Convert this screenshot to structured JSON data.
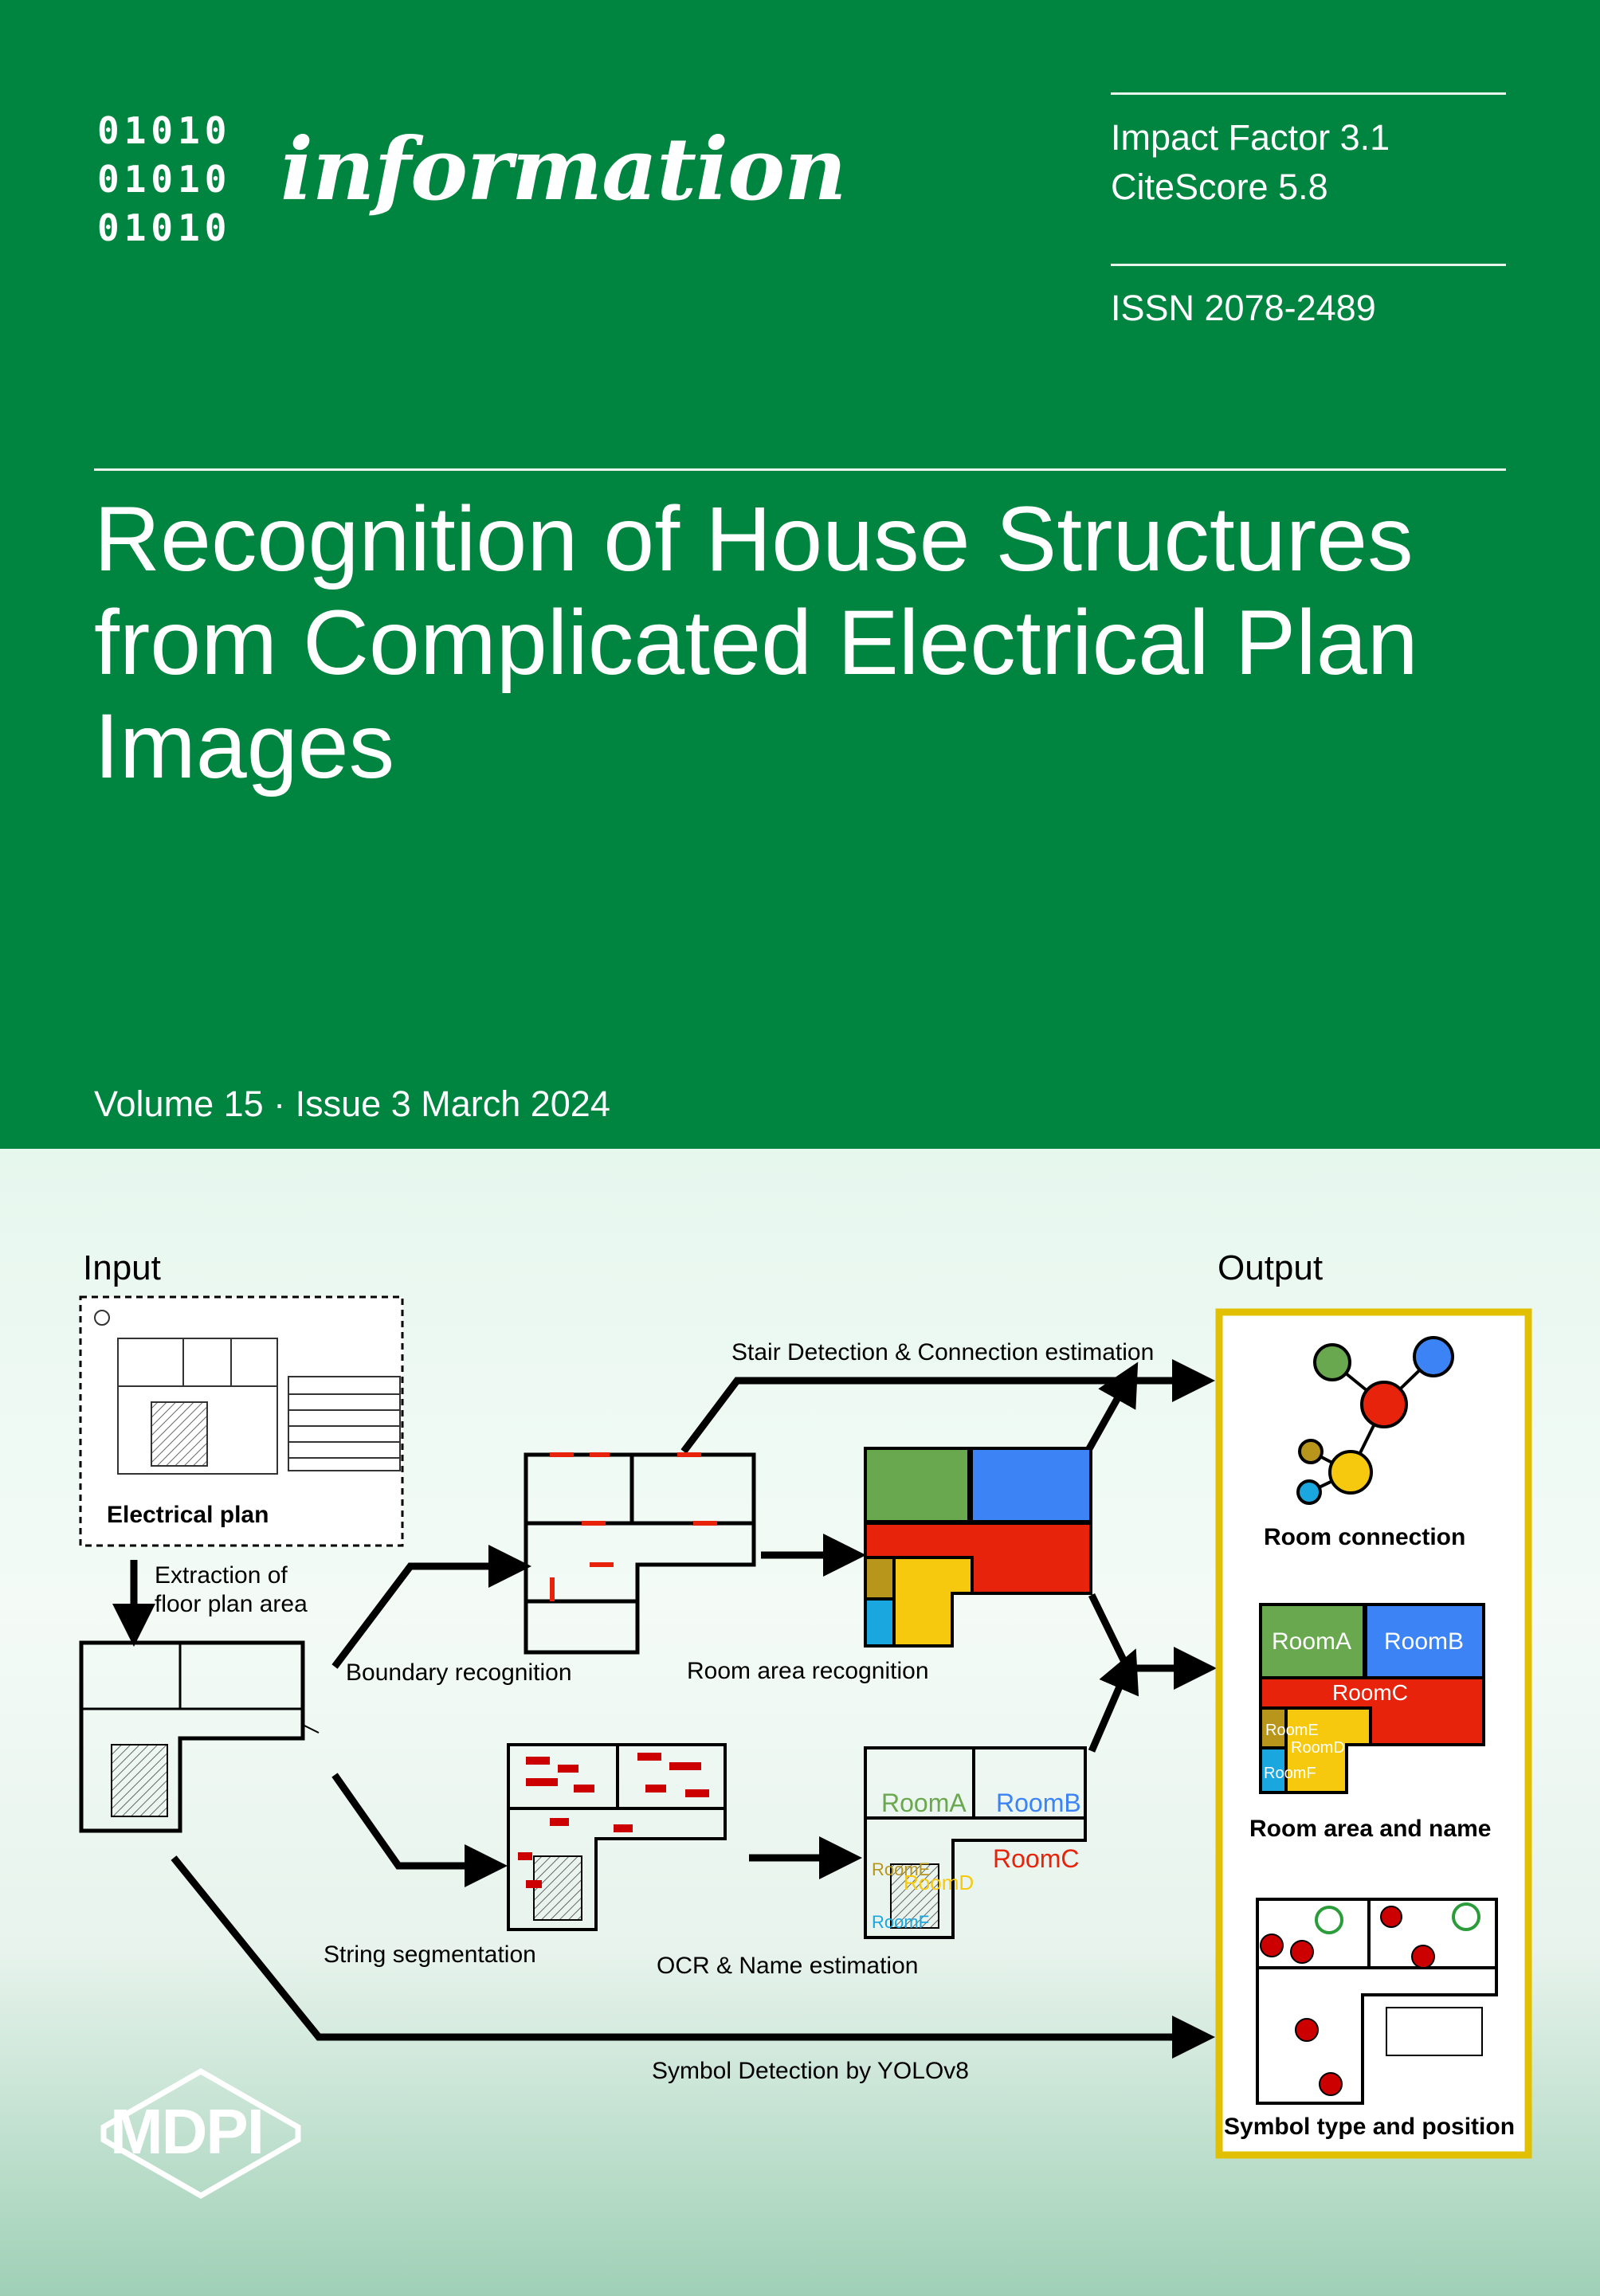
{
  "journal": {
    "name": "information",
    "binary_rows": [
      "01010",
      "01010",
      "01010"
    ],
    "impact_factor": "Impact Factor 3.1",
    "citescore": "CiteScore 5.8",
    "issn": "ISSN 2078-2489"
  },
  "article": {
    "title": "Recognition of House Structures from Complicated Electrical Plan Images"
  },
  "issue": {
    "volume_line": "Volume 15 · Issue 3 March 2024"
  },
  "figure": {
    "input_label": "Input",
    "output_label": "Output",
    "electrical_plan_label": "Electrical plan",
    "extraction_label_line1": "Extraction of",
    "extraction_label_line2": "floor plan area",
    "stair_label": "Stair Detection & Connection estimation",
    "boundary_label": "Boundary recognition",
    "room_area_recognition_label": "Room area recognition",
    "string_segmentation_label": "String segmentation",
    "ocr_label": "OCR & Name estimation",
    "symbol_detection_label": "Symbol Detection by YOLOv8",
    "room_connection_label": "Room connection",
    "room_area_name_label": "Room area and name",
    "symbol_type_label": "Symbol type and position",
    "room_names": [
      "RoomA",
      "RoomB",
      "RoomC",
      "RoomD",
      "RoomE",
      "RoomF"
    ]
  },
  "colors": {
    "header_green": "#008540",
    "room_green": "#6aa84f",
    "room_blue": "#3c83f6",
    "room_red": "#e8230c",
    "room_yellow": "#f6c90e",
    "room_olive": "#b8961c",
    "room_cyan": "#1aa7e0",
    "output_frame": "#e0c000"
  },
  "publisher": {
    "logo_text": "MDPI"
  }
}
